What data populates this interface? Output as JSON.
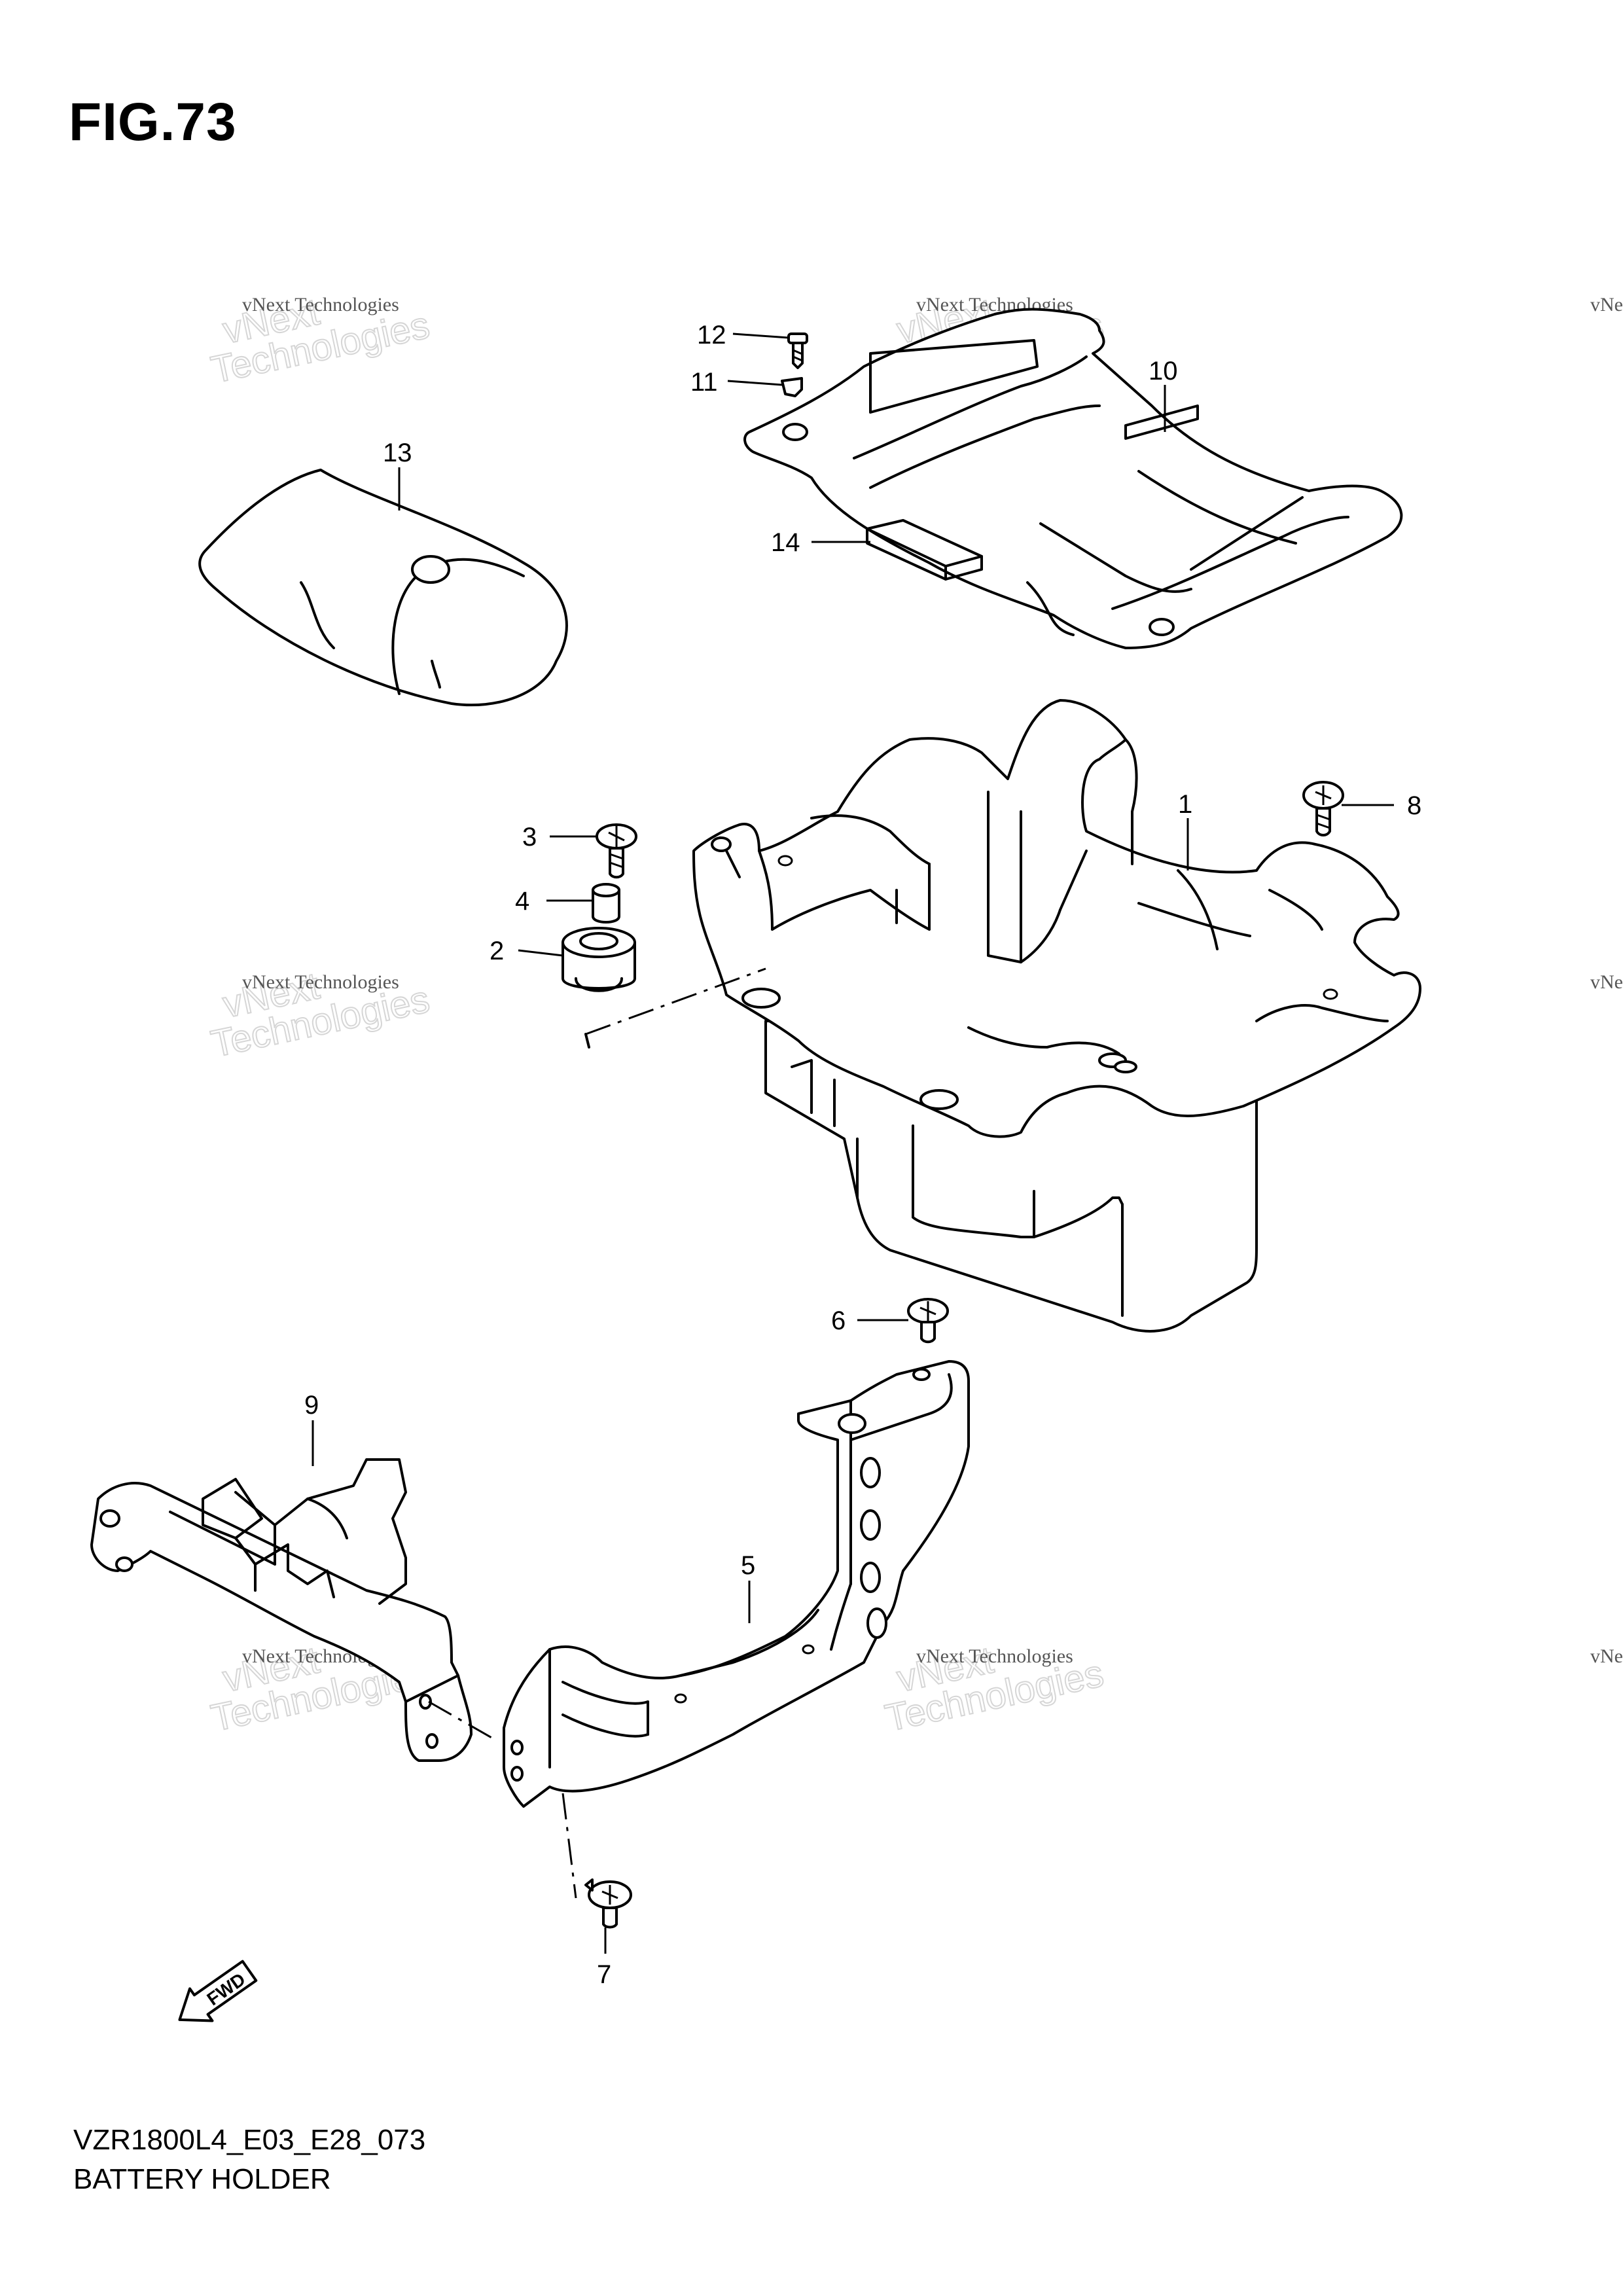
{
  "figure": {
    "title": "FIG.73",
    "model_code": "VZR1800L4_E03_E28_073",
    "name": "BATTERY HOLDER"
  },
  "watermark": {
    "line1": "vNext Technologies",
    "line2": "vNext",
    "line3": "Technologies"
  },
  "direction_badge": "FWD",
  "callouts": {
    "c1": "1",
    "c2": "2",
    "c3": "3",
    "c4": "4",
    "c5": "5",
    "c6": "6",
    "c7": "7",
    "c8": "8",
    "c9": "9",
    "c10": "10",
    "c11": "11",
    "c12": "12",
    "c13": "13",
    "c14": "14"
  }
}
